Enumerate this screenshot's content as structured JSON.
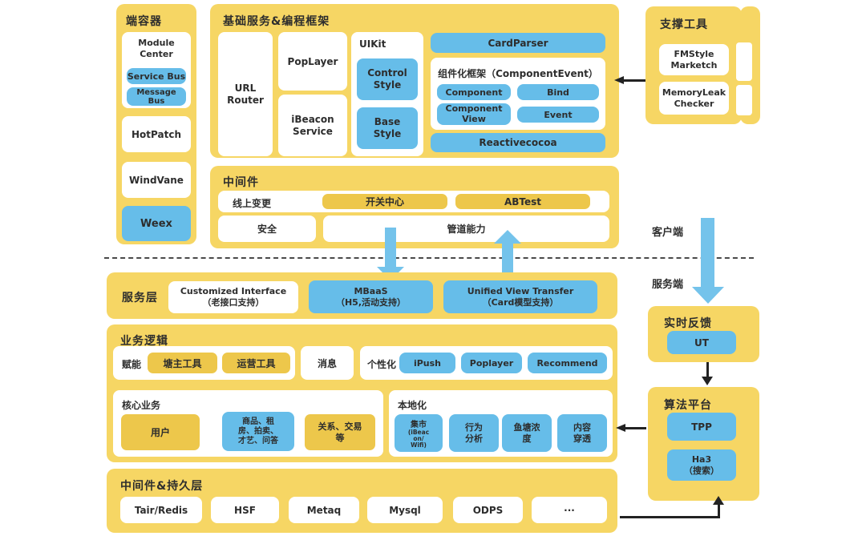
{
  "colors": {
    "panel_yellow": "#F6D664",
    "pill_yellow": "#EDC74B",
    "blue": "#66BDE9",
    "arrow_blue": "#74C3EB",
    "text": "#2d2d2d"
  },
  "side_labels": {
    "client": "客户端",
    "server": "服务端"
  },
  "container_panel": {
    "title": "端容器",
    "module_center_title": "Module\nCenter",
    "service_bus": "Service Bus",
    "message_bus": "Message\nBus",
    "hotpatch": "HotPatch",
    "windvane": "WindVane",
    "weex": "Weex"
  },
  "foundation_panel": {
    "title": "基础服务&编程框架",
    "url_router": "URL\nRouter",
    "poplayer": "PopLayer",
    "ibeacon_service": "iBeacon\nService",
    "uikit_title": "UIKit",
    "control_style": "Control\nStyle",
    "base_style": "Base\nStyle",
    "cardparser": "CardParser",
    "component_framework_title": "组件化框架（ComponentEvent）",
    "component": "Component",
    "bind": "Bind",
    "component_view": "Component\nView",
    "event": "Event",
    "reactivecocoa": "Reactivecocoa"
  },
  "middleware_panel": {
    "title": "中间件",
    "online_change": "线上变更",
    "switch_center": "开关中心",
    "abtest": "ABTest",
    "security": "安全",
    "pipeline": "管道能力"
  },
  "support_panel": {
    "title": "支撑工具",
    "fmstyle": "FMStyle\nMarketch",
    "memoryleak": "MemoryLeak\nChecker"
  },
  "service_panel": {
    "title": "服务层",
    "customized_interface": "Customized Interface\n（老接口支持）",
    "mbaas": "MBaaS\n（H5,活动支持）",
    "unified_view": "Unified View Transfer\n（Card模型支持）"
  },
  "business_panel": {
    "title": "业务逻辑",
    "empower": "赋能",
    "pond_tools": "塘主工具",
    "operation_tools": "运营工具",
    "message": "消息",
    "personalization": "个性化",
    "ipush": "iPush",
    "poplayer": "Poplayer",
    "recommend": "Recommend",
    "core_business_title": "核心业务",
    "user": "用户",
    "goods": "商品、租\n房、拍卖、\n才艺、问答",
    "relation": "关系、交易\n等",
    "localization_title": "本地化",
    "market_main": "集市",
    "market_sub": "(iBeac\non/\nWifi)",
    "behavior": "行为\n分析",
    "pond_density": "鱼塘浓\n度",
    "content_penetration": "内容\n穿透"
  },
  "persistence_panel": {
    "title": "中间件&持久层",
    "items": [
      "Tair/Redis",
      "HSF",
      "Metaq",
      "Mysql",
      "ODPS",
      "···"
    ]
  },
  "realtime_panel": {
    "title": "实时反馈",
    "ut": "UT"
  },
  "algo_panel": {
    "title": "算法平台",
    "tpp": "TPP",
    "ha3": "Ha3\n（搜索）"
  }
}
